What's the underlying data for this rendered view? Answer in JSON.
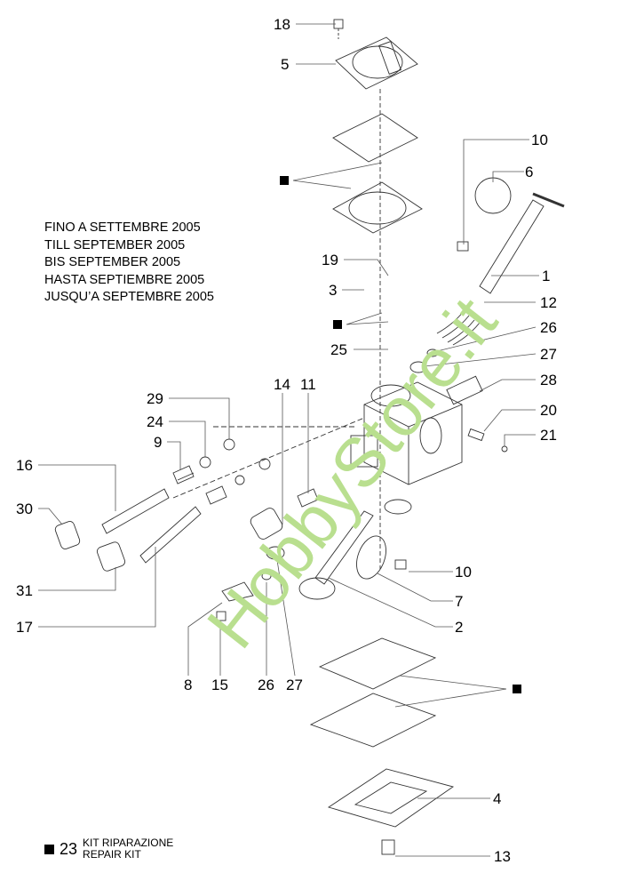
{
  "note_lines": [
    "FINO A SETTEMBRE 2005",
    "TILL SEPTEMBER 2005",
    "BIS SEPTEMBER 2005",
    "HASTA SEPTIEMBRE 2005",
    "JUSQU’A SEPTEMBRE 2005"
  ],
  "kit": {
    "number": "23",
    "line1": "KIT RIPARAZIONE",
    "line2": "REPAIR KIT"
  },
  "watermark": "HobbyStore.it",
  "callouts": [
    "18",
    "5",
    "10",
    "6",
    "19",
    "3",
    "1",
    "12",
    "26",
    "25",
    "27",
    "28",
    "14",
    "11",
    "29",
    "24",
    "20",
    "21",
    "9",
    "16",
    "30",
    "31",
    "17",
    "10",
    "7",
    "2",
    "8",
    "15",
    "26",
    "27",
    "4",
    "13"
  ],
  "colors": {
    "watermark": "#b9df8f",
    "ink": "#000000"
  }
}
